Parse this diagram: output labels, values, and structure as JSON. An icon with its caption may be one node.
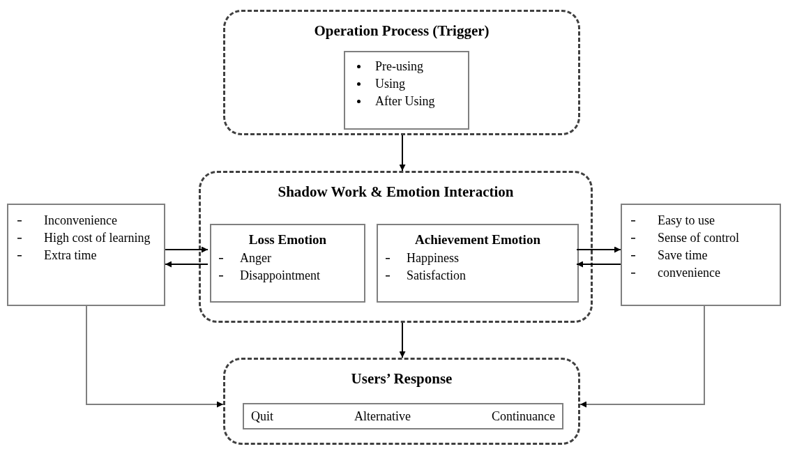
{
  "diagram": {
    "nodes": [
      {
        "text": [
          "Operation Process (Trigger)"
        ]
      },
      {
        "text": [
          "Pre-using",
          "Using",
          "After Using"
        ],
        "in": 0
      },
      {
        "text": [
          "Shadow Work & Emotion Interaction"
        ]
      },
      {
        "text": [
          "Loss Emotion",
          "Anger",
          "Disappointment"
        ],
        "in": 2
      },
      {
        "text": [
          "Achievement Emotion",
          "Happiness",
          "Satisfaction"
        ],
        "in": 2
      },
      {
        "text": [
          "Inconvenience",
          "High cost of learning",
          "Extra time"
        ]
      },
      {
        "text": [
          "Easy to use",
          "Sense of control",
          "Save time",
          "convenience"
        ]
      },
      {
        "text": [
          "Users’ Response"
        ]
      },
      {
        "text": [
          "Quit",
          "Alternative",
          "Continuance"
        ],
        "in": 7
      }
    ],
    "edges": [
      {
        "from": 0,
        "to": 2,
        "arrow": "to"
      },
      {
        "from": 5,
        "to": 3,
        "arrow": "to"
      },
      {
        "from": 3,
        "to": 5,
        "arrow": "to"
      },
      {
        "from": 4,
        "to": 6,
        "arrow": "to"
      },
      {
        "from": 6,
        "to": 4,
        "arrow": "to"
      },
      {
        "from": 2,
        "to": 7,
        "arrow": "to"
      },
      {
        "from": 5,
        "to": 7,
        "arrow": "to",
        "color": "#7f7f7f"
      },
      {
        "from": 6,
        "to": 7,
        "arrow": "to",
        "color": "#7f7f7f"
      }
    ]
  }
}
